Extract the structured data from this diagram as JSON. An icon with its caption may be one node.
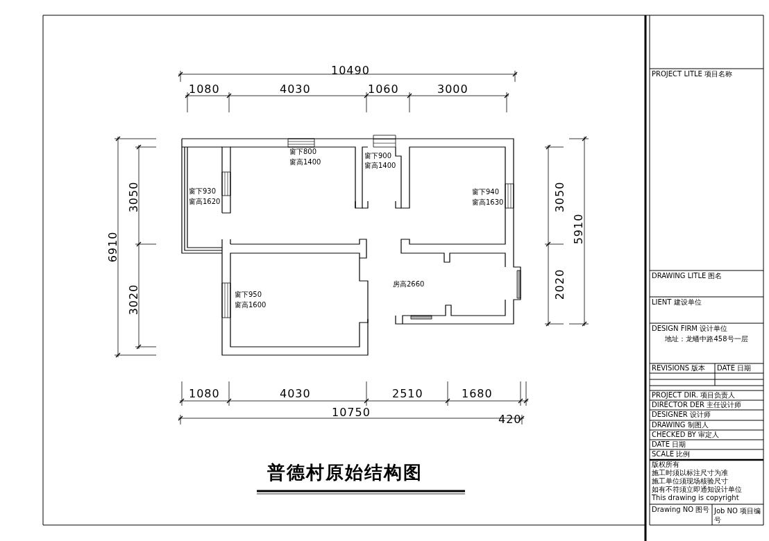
{
  "diagram": {
    "title": "普德村原始结构图",
    "labels": [
      "10490",
      "1080",
      "4030",
      "1060",
      "3000",
      "6910",
      "3050",
      "3020",
      "3050",
      "5910",
      "2020",
      "窗下930",
      "窗高1620",
      "窗下800",
      "窗高1400",
      "窗下900",
      "窗高1400",
      "窗下940",
      "窗高1630",
      "房高2660",
      "窗下950",
      "窗高1600",
      "1080",
      "4030",
      "2510",
      "1680",
      "10750",
      "420",
      "PROJECT LITLE 项目名称",
      "DRAWING LITLE 图名",
      "LIENT 建设单位",
      "DESIGN FIRM 设计单位",
      "地址：龙蟠中路458号一层",
      "REVISIONS 版本",
      "DATE 日期",
      "PROJECT DIR. 项目负责人",
      "DIRECTOR DER 主任设计师",
      "DESIGNER 设计师",
      "DRAWING 制图人",
      "CHECKED BY 审定人",
      "DATE 日期",
      "SCALE 比例",
      "版权所有",
      "施工时须以标注尺寸为准",
      "施工单位须现场核验尺寸",
      "如有不符须立即通知设计单位",
      "This drawing is copyright",
      "Drawing NO 图号",
      "Job NO 项目编号"
    ]
  }
}
